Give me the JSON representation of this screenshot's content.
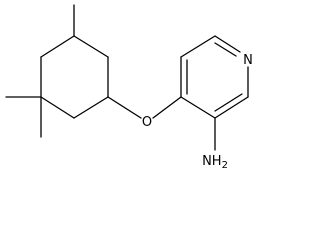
{
  "structure": {
    "atoms": {
      "ring_nitrogen": "N",
      "ether_oxygen": "O",
      "amine": "NH2"
    }
  }
}
